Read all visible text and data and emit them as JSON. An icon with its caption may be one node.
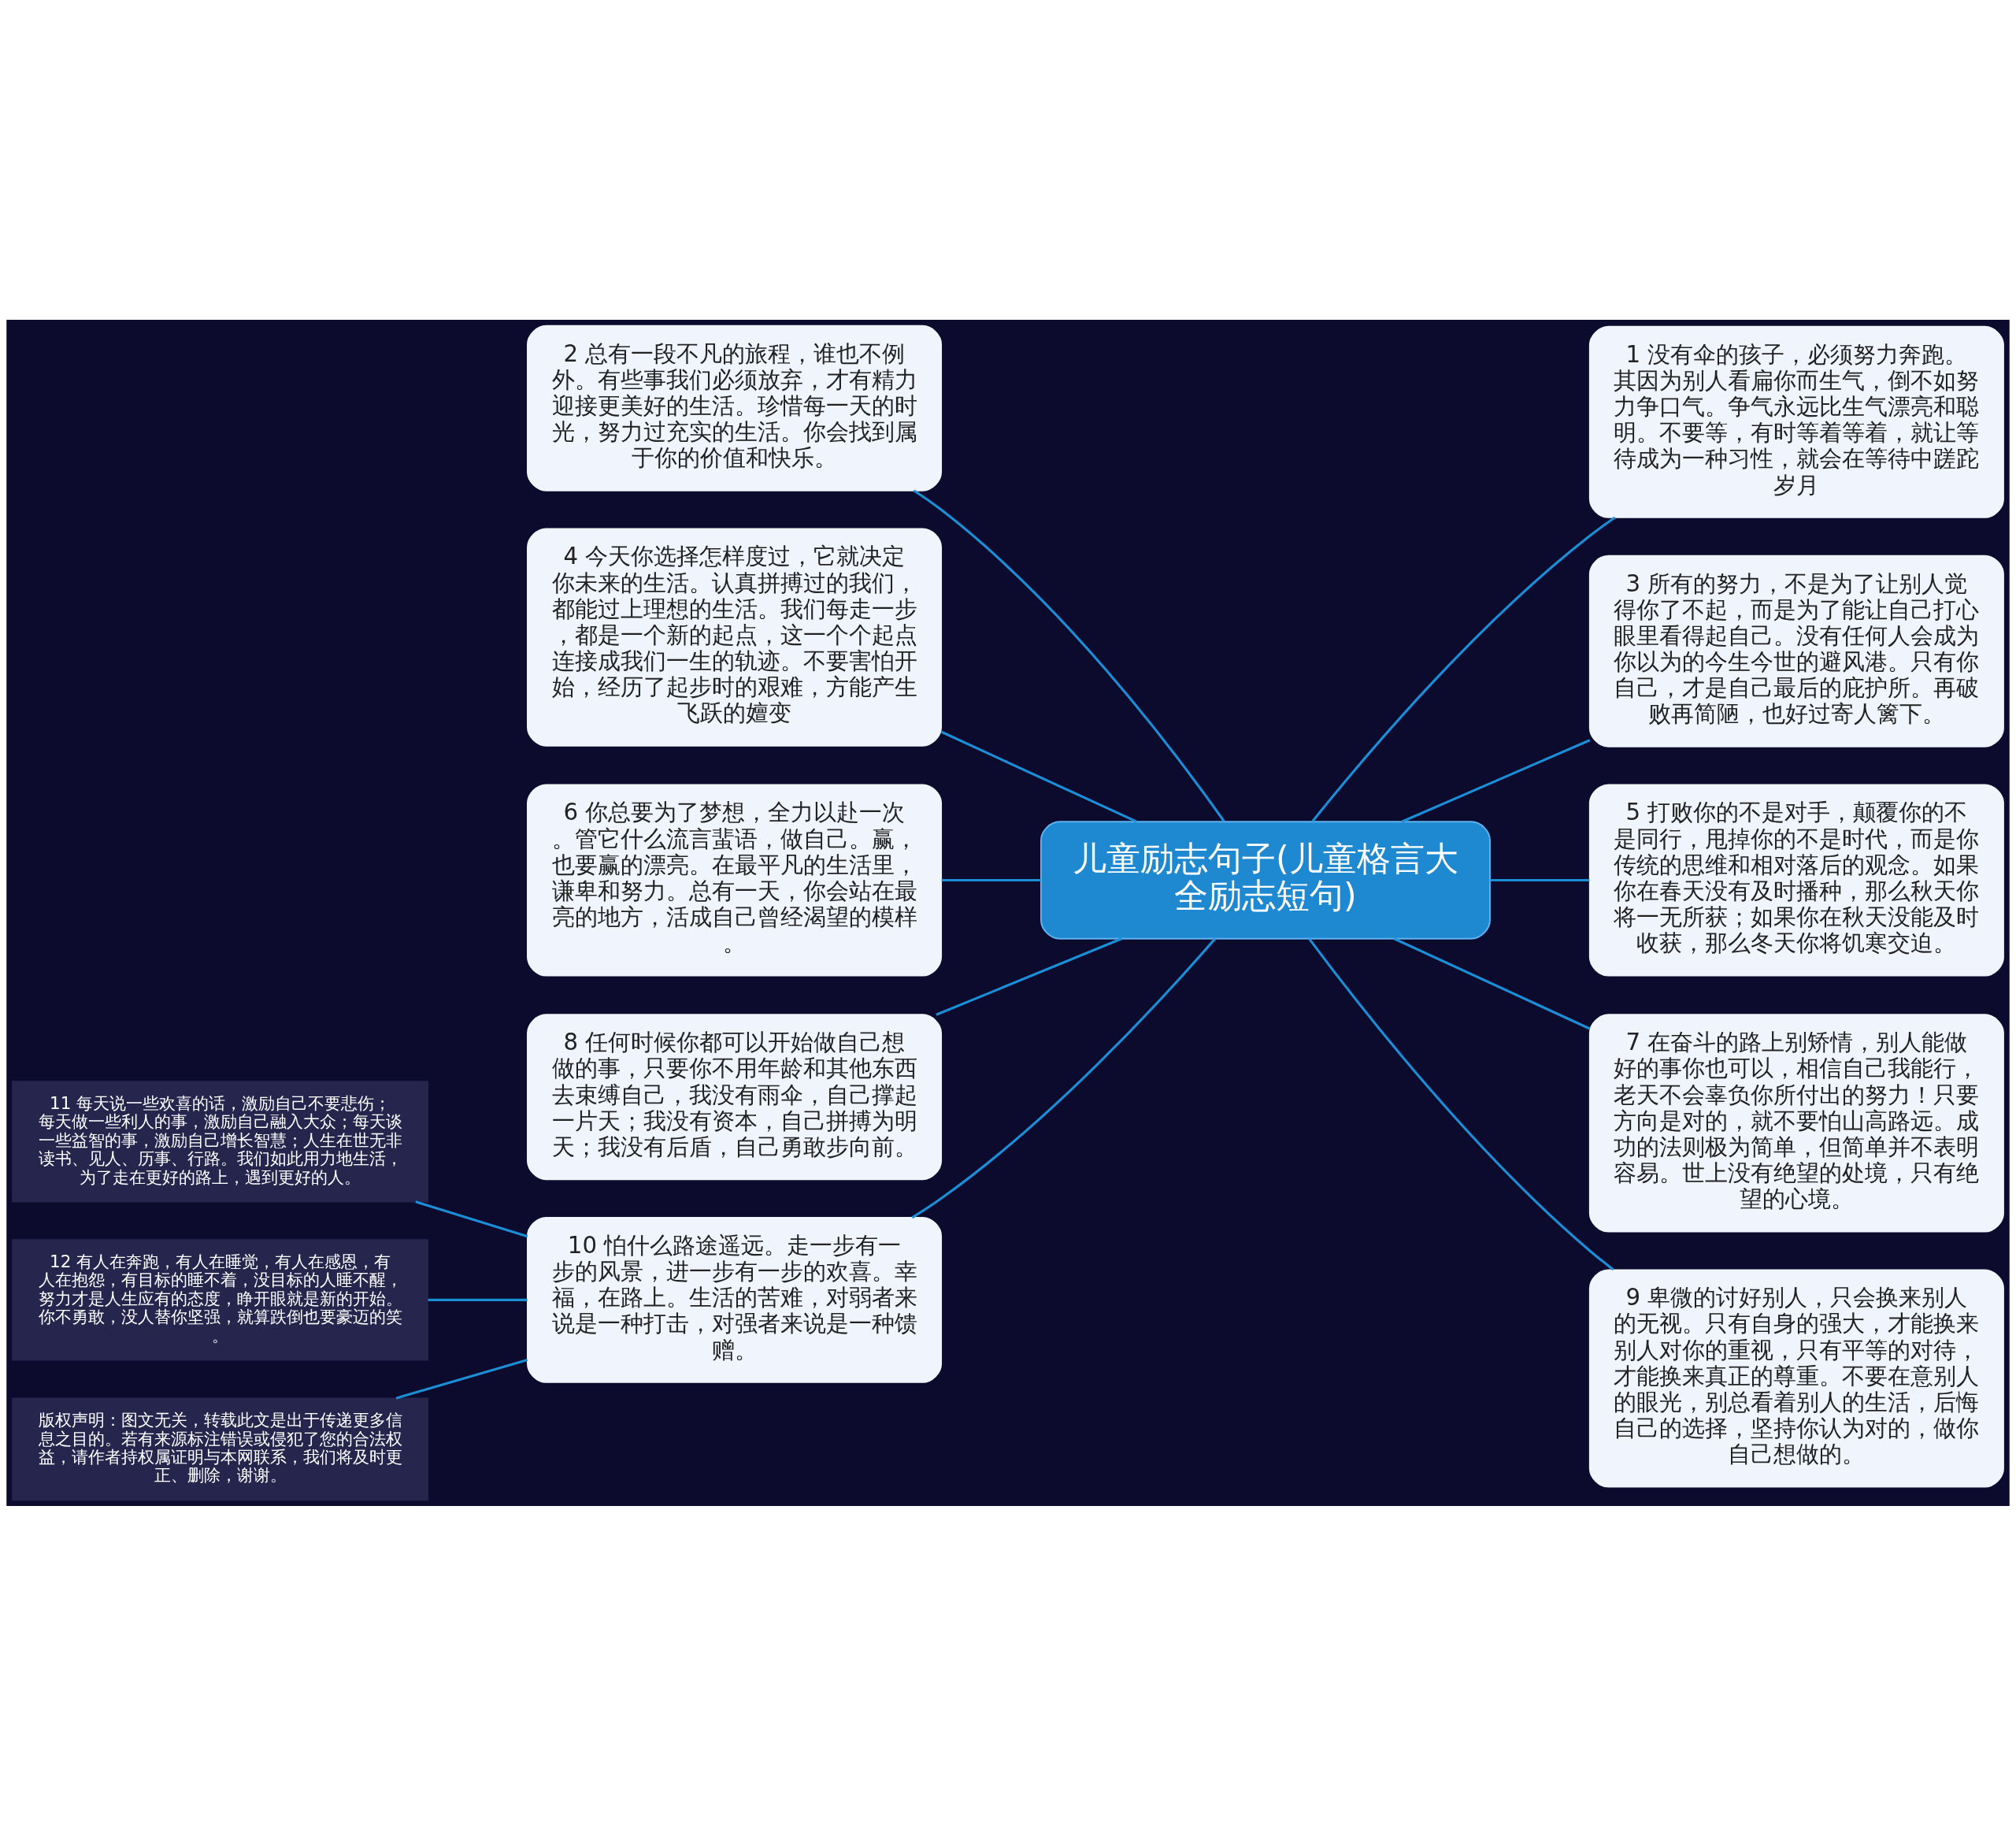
{
  "diagram": {
    "nodes": [
      {
        "text": [
          "儿童励志句子(儿童格言大全励志短句)"
        ]
      },
      {
        "text": [
          "1 没有伞的孩子，必须努力奔跑。其因为别人看扁你而生气，倒不如努力争口气。争气永远比生气漂亮和聪明。不要等，有时等着等着，就让等待成为一种习性，就会在等待中蹉跎岁月"
        ]
      },
      {
        "text": [
          "2 总有一段不凡的旅程，谁也不例外。有些事我们必须放弃，才有精力迎接更美好的生活。珍惜每一天的时光，努力过充实的生活。你会找到属于你的价值和快乐。"
        ]
      },
      {
        "text": [
          "3 所有的努力，不是为了让别人觉得你了不起，而是为了能让自己打心眼里看得起自己。没有任何人会成为你以为的今生今世的避风港。只有你自己，才是自己最后的庇护所。再破败再简陋，也好过寄人篱下。"
        ]
      },
      {
        "text": [
          "4 今天你选择怎样度过，它就决定你未来的生活。认真拼搏过的我们，都能过上理想的生活。我们每走一步，都是一个新的起点，这一个个起点连接成我们一生的轨迹。不要害怕开始，经历了起步时的艰难，方能产生飞跃的嬗变"
        ]
      },
      {
        "text": [
          "5 打败你的不是对手，颠覆你的不是同行，甩掉你的不是时代，而是你传统的思维和相对落后的观念。如果你在春天没有及时播种，那么秋天你将一无所获；如果你在秋天没能及时收获，那么冬天你将饥寒交迫。"
        ]
      },
      {
        "text": [
          "6 你总要为了梦想，全力以赴一次。管它什么流言蜚语，做自己。赢，也要赢的漂亮。在最平凡的生活里，谦卑和努力。总有一天，你会站在最亮的地方，活成自己曾经渴望的模样。"
        ]
      },
      {
        "text": [
          "7 在奋斗的路上别矫情，别人能做好的事你也可以，相信自己我能行，老天不会辜负你所付出的努力！只要方向是对的，就不要怕山高路远。成功的法则极为简单，但简单并不表明容易。世上没有绝望的处境，只有绝望的心境。"
        ]
      },
      {
        "text": [
          "8 任何时候你都可以开始做自己想做的事，只要你不用年龄和其他东西去束缚自己，我没有雨伞，自己撑起一片天；我没有资本，自己拼搏为明天；我没有后盾，自己勇敢步向前。"
        ]
      },
      {
        "text": [
          "9 卑微的讨好别人，只会换来别人的无视。只有自身的强大，才能换来别人对你的重视，只有平等的对待，才能换来真正的尊重。不要在意别人的眼光，别总看着别人的生活，后悔自己的选择，坚持你认为对的，做你自己想做的。"
        ]
      },
      {
        "text": [
          "10 怕什么路途遥远。走一步有一步的风景，进一步有一步的欢喜。幸福，在路上。生活的苦难，对弱者来说是一种打击，对强者来说是一种馈赠。"
        ]
      },
      {
        "text": [
          "11 每天说一些欢喜的话，激励自己不要悲伤；每天做一些利人的事，激励自己融入大众；每天谈一些益智的事，激励自己增长智慧；人生在世无非读书、见人、历事、行路。我们如此用力地生活，为了走在更好的路上，遇到更好的人。"
        ]
      },
      {
        "text": [
          "12 有人在奔跑，有人在睡觉，有人在感恩，有人在抱怨，有目标的睡不着，没目标的人睡不醒，努力才是人生应有的态度，睁开眼就是新的开始。你不勇敢，没人替你坚强，就算跌倒也要豪迈的笑。"
        ]
      },
      {
        "text": [
          "版权声明：图文无关，转载此文是出于传递更多信息之目的。若有来源标注错误或侵犯了您的合法权益，请作者持权属证明与本网联系，我们将及时更正、删除，谢谢。"
        ]
      }
    ],
    "edges": [
      {
        "from": 0,
        "to": 1,
        "arrow": "none"
      },
      {
        "from": 0,
        "to": 2,
        "arrow": "none"
      },
      {
        "from": 0,
        "to": 3,
        "arrow": "none"
      },
      {
        "from": 0,
        "to": 4,
        "arrow": "none"
      },
      {
        "from": 0,
        "to": 5,
        "arrow": "none"
      },
      {
        "from": 0,
        "to": 6,
        "arrow": "none"
      },
      {
        "from": 0,
        "to": 7,
        "arrow": "none"
      },
      {
        "from": 0,
        "to": 8,
        "arrow": "none"
      },
      {
        "from": 0,
        "to": 9,
        "arrow": "none"
      },
      {
        "from": 0,
        "to": 10,
        "arrow": "none"
      },
      {
        "from": 10,
        "to": 11,
        "arrow": "none"
      },
      {
        "from": 10,
        "to": 12,
        "arrow": "none"
      },
      {
        "from": 10,
        "to": 13,
        "arrow": "none"
      }
    ]
  }
}
